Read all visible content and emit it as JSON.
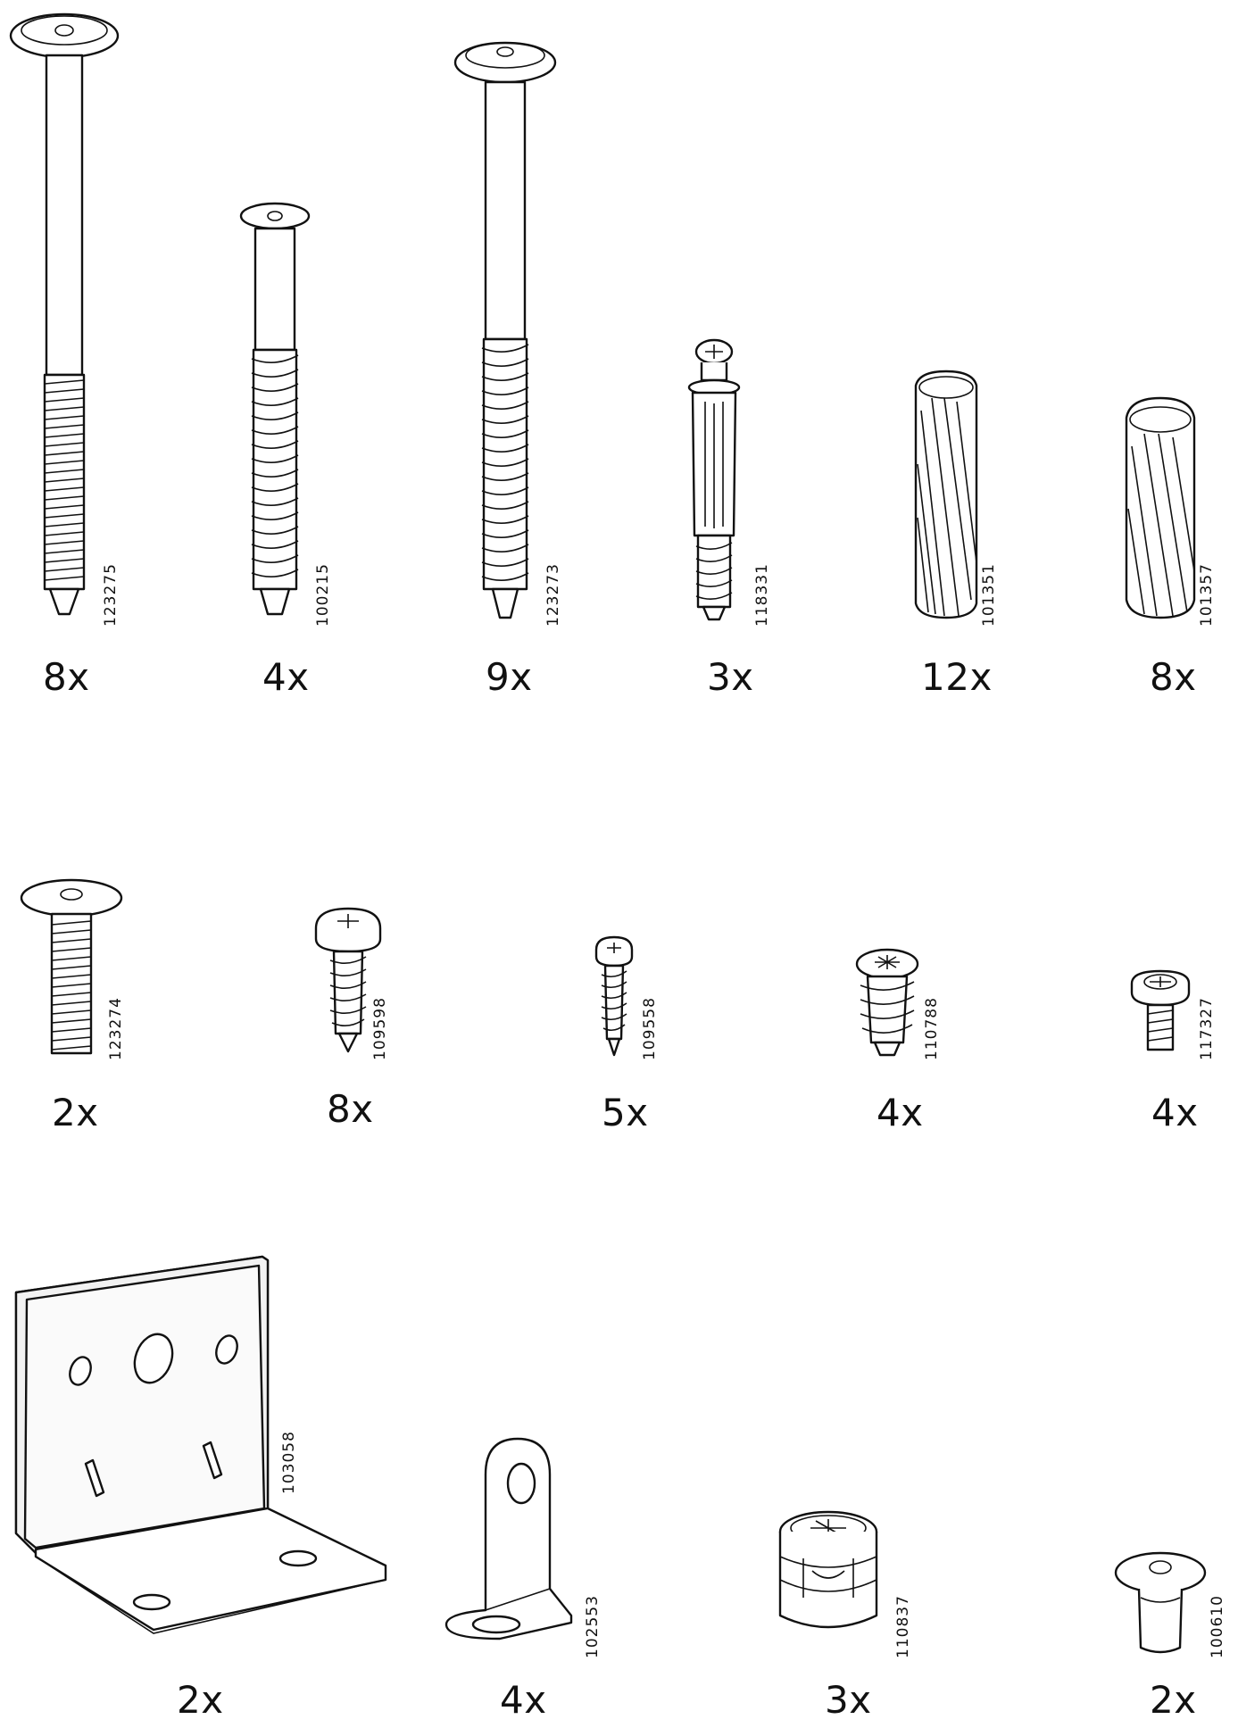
{
  "parts": [
    {
      "id": "p1",
      "qty": "8x",
      "code": "123275",
      "icon": "long-bolt-icon"
    },
    {
      "id": "p2",
      "qty": "4x",
      "code": "100215",
      "icon": "countersunk-wood-screw-icon"
    },
    {
      "id": "p3",
      "qty": "9x",
      "code": "123273",
      "icon": "long-wood-screw-icon"
    },
    {
      "id": "p4",
      "qty": "3x",
      "code": "118331",
      "icon": "cam-dowel-screw-icon"
    },
    {
      "id": "p5",
      "qty": "12x",
      "code": "101351",
      "icon": "wooden-dowel-icon"
    },
    {
      "id": "p6",
      "qty": "8x",
      "code": "101357",
      "icon": "thick-wooden-dowel-icon"
    },
    {
      "id": "p7",
      "qty": "2x",
      "code": "123274",
      "icon": "short-bolt-icon"
    },
    {
      "id": "p8",
      "qty": "8x",
      "code": "109598",
      "icon": "pan-head-screw-icon"
    },
    {
      "id": "p9",
      "qty": "5x",
      "code": "109558",
      "icon": "small-pan-head-screw-icon"
    },
    {
      "id": "p10",
      "qty": "4x",
      "code": "110788",
      "icon": "euro-screw-icon"
    },
    {
      "id": "p11",
      "qty": "4x",
      "code": "117327",
      "icon": "short-machine-screw-icon"
    },
    {
      "id": "p12",
      "qty": "2x",
      "code": "103058",
      "icon": "angle-bracket-icon"
    },
    {
      "id": "p13",
      "qty": "4x",
      "code": "102553",
      "icon": "small-l-bracket-icon"
    },
    {
      "id": "p14",
      "qty": "3x",
      "code": "110837",
      "icon": "cam-lock-icon"
    },
    {
      "id": "p15",
      "qty": "2x",
      "code": "100610",
      "icon": "barrel-nut-icon"
    }
  ]
}
